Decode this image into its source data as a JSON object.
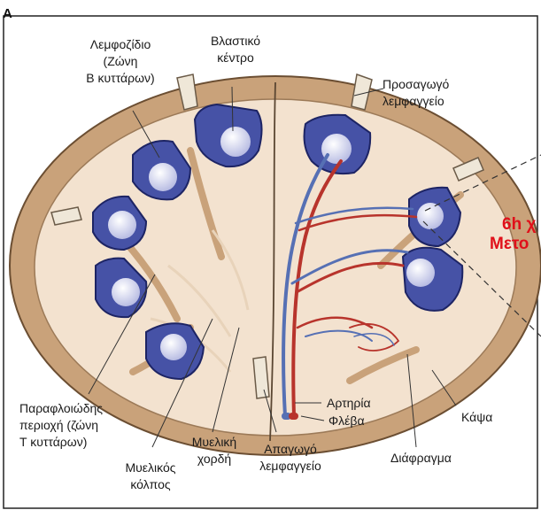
{
  "panel": {
    "letter": "A"
  },
  "labels": {
    "lymph_follicle": [
      "Λεμφοζίδιο",
      "(Ζώνη",
      "Β κυττάρων)"
    ],
    "germinal_center": [
      "Βλαστικό",
      "κέντρο"
    ],
    "afferent_vessel": [
      "Προσαγωγό",
      "λεμφαγγείο"
    ],
    "paracortex": [
      "Παραφλοιώδης",
      "περιοχή (ζώνη",
      "Τ κυττάρων)"
    ],
    "medullary_sinus": [
      "Μυελικός",
      "κόλπος"
    ],
    "medullary_cord": [
      "Μυελική",
      "χορδή"
    ],
    "efferent_vessel": [
      "Απαγωγό",
      "λεμφαγγείο"
    ],
    "artery": "Αρτηρία",
    "vein": "Φλέβα",
    "capsule": "Κάψα",
    "septum": "Διάφραγμα"
  },
  "annotation": {
    "line1": "6h χ",
    "line2": "Μετο"
  },
  "colors": {
    "capsule": "#c9a27a",
    "capsule_edge": "#7a5a3c",
    "interior": "#f3e2cf",
    "follicle": "#4652a6",
    "germinal": "#e4e6f6",
    "artery": "#b8342c",
    "vein": "#5670b4",
    "annotation": "#e0101a"
  }
}
